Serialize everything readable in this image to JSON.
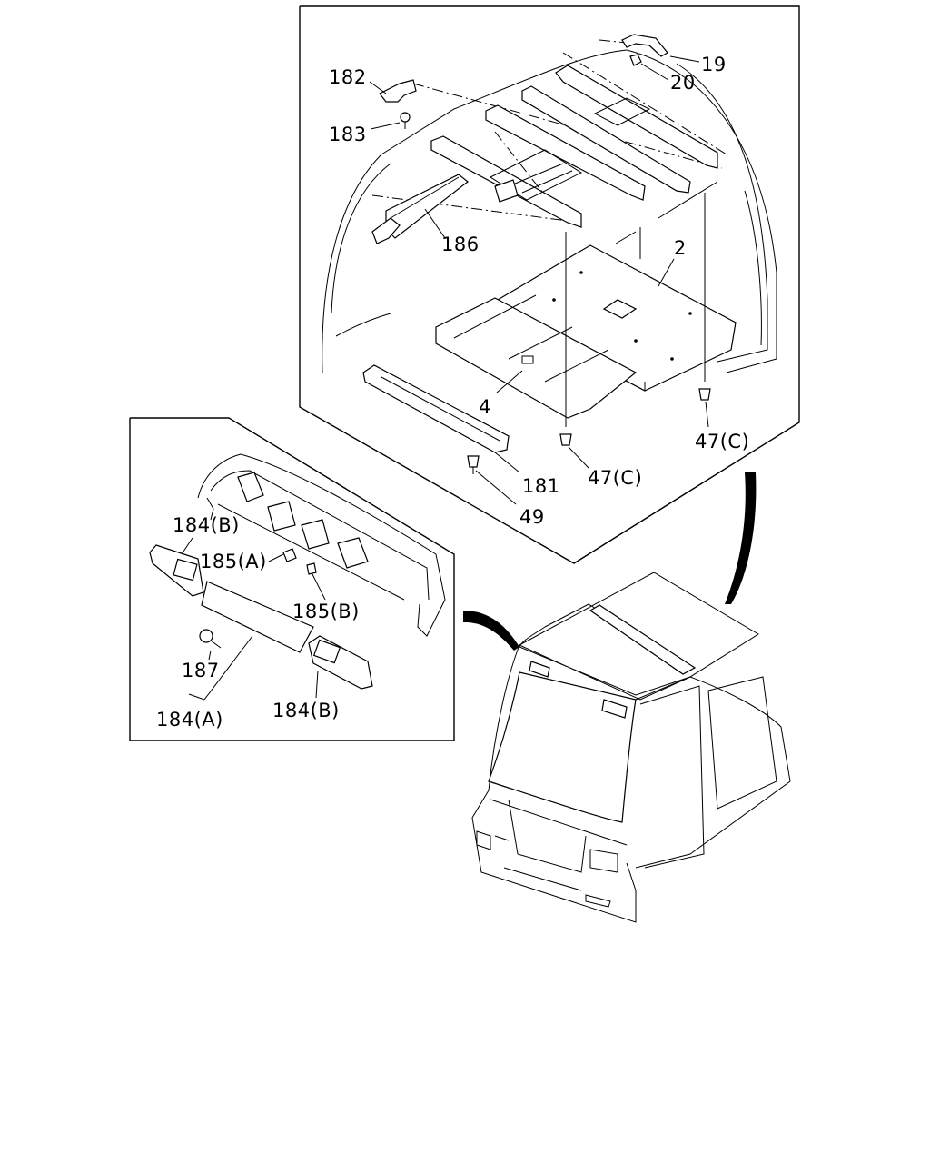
{
  "labels": {
    "p19": "19",
    "p20": "20",
    "p182": "182",
    "p183": "183",
    "p186": "186",
    "p2": "2",
    "p4": "4",
    "p47c_right": "47(C)",
    "p47c_mid": "47(C)",
    "p181": "181",
    "p49": "49",
    "p184b_top": "184(B)",
    "p185a": "185(A)",
    "p185b": "185(B)",
    "p187": "187",
    "p184a": "184(A)",
    "p184b_bottom": "184(B)"
  }
}
